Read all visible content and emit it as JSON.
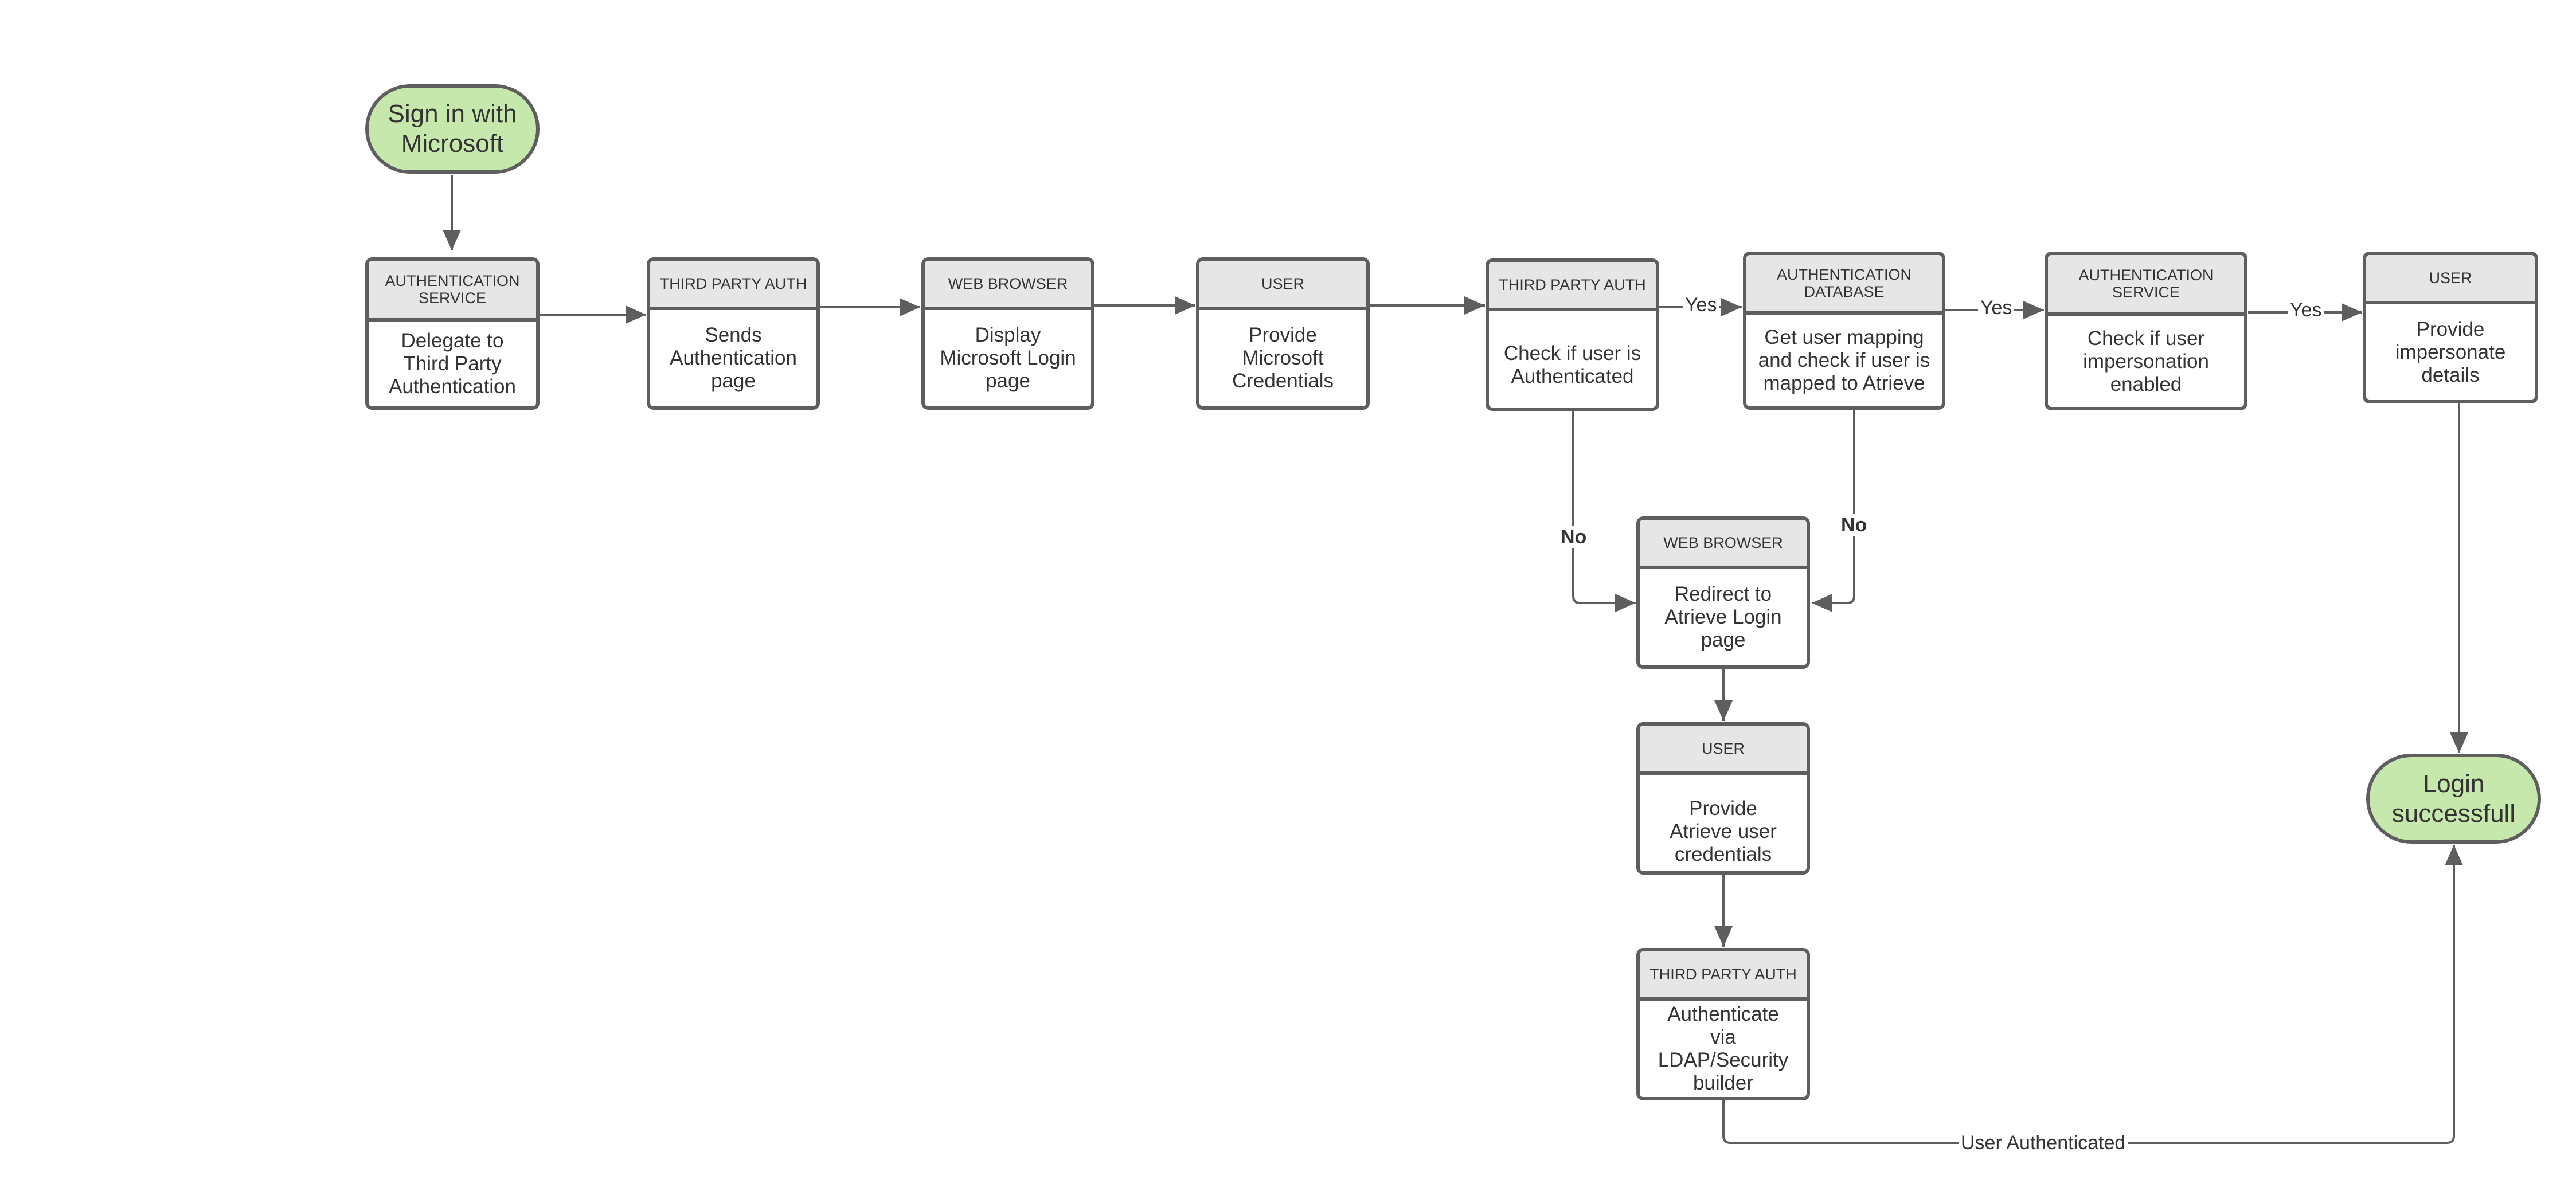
{
  "colors": {
    "terminal_fill": "#c7e8ad",
    "border": "#5e5e5e",
    "header_fill": "#e6e6e6",
    "text": "#333333",
    "edge": "#5e5e5e"
  },
  "nodes": {
    "start": {
      "text": "Sign in with Microsoft"
    },
    "delegate": {
      "lane": "AUTHENTICATION SERVICE",
      "text": "Delegate to Third Party Authentication"
    },
    "sends_auth_page": {
      "lane": "THIRD PARTY AUTH",
      "text": "Sends Authentication page"
    },
    "display_login": {
      "lane": "WEB BROWSER",
      "text": "Display Microsoft Login page"
    },
    "provide_ms_creds": {
      "lane": "USER",
      "text": "Provide Microsoft Credentials"
    },
    "check_authenticated": {
      "lane": "THIRD PARTY AUTH",
      "text": "Check if user is Authenticated"
    },
    "get_user_mapping": {
      "lane": "AUTHENTICATION DATABASE",
      "text": "Get user mapping and check if user is mapped to Atrieve"
    },
    "check_impersonation": {
      "lane": "AUTHENTICATION SERVICE",
      "text": "Check if user impersonation enabled"
    },
    "provide_impersonate": {
      "lane": "USER",
      "text": "Provide impersonate details"
    },
    "redirect_atrieve": {
      "lane": "WEB BROWSER",
      "text": "Redirect to Atrieve Login page"
    },
    "provide_atrieve_creds": {
      "lane": "USER",
      "text": "Provide Atrieve user credentials"
    },
    "authenticate_ldap": {
      "lane": "THIRD PARTY AUTH",
      "text": "Authenticate via LDAP/Security builder"
    },
    "login_success": {
      "text": "Login successfull"
    }
  },
  "edges": [
    {
      "from": "start",
      "to": "delegate",
      "label": ""
    },
    {
      "from": "delegate",
      "to": "sends_auth_page",
      "label": ""
    },
    {
      "from": "sends_auth_page",
      "to": "display_login",
      "label": ""
    },
    {
      "from": "display_login",
      "to": "provide_ms_creds",
      "label": ""
    },
    {
      "from": "provide_ms_creds",
      "to": "check_authenticated",
      "label": ""
    },
    {
      "from": "check_authenticated",
      "to": "get_user_mapping",
      "label": "Yes"
    },
    {
      "from": "get_user_mapping",
      "to": "check_impersonation",
      "label": "Yes"
    },
    {
      "from": "check_impersonation",
      "to": "provide_impersonate",
      "label": "Yes"
    },
    {
      "from": "provide_impersonate",
      "to": "login_success",
      "label": ""
    },
    {
      "from": "check_authenticated",
      "to": "redirect_atrieve",
      "label": "No"
    },
    {
      "from": "get_user_mapping",
      "to": "redirect_atrieve",
      "label": "No"
    },
    {
      "from": "redirect_atrieve",
      "to": "provide_atrieve_creds",
      "label": ""
    },
    {
      "from": "provide_atrieve_creds",
      "to": "authenticate_ldap",
      "label": ""
    },
    {
      "from": "authenticate_ldap",
      "to": "login_success",
      "label": "User Authenticated"
    }
  ]
}
